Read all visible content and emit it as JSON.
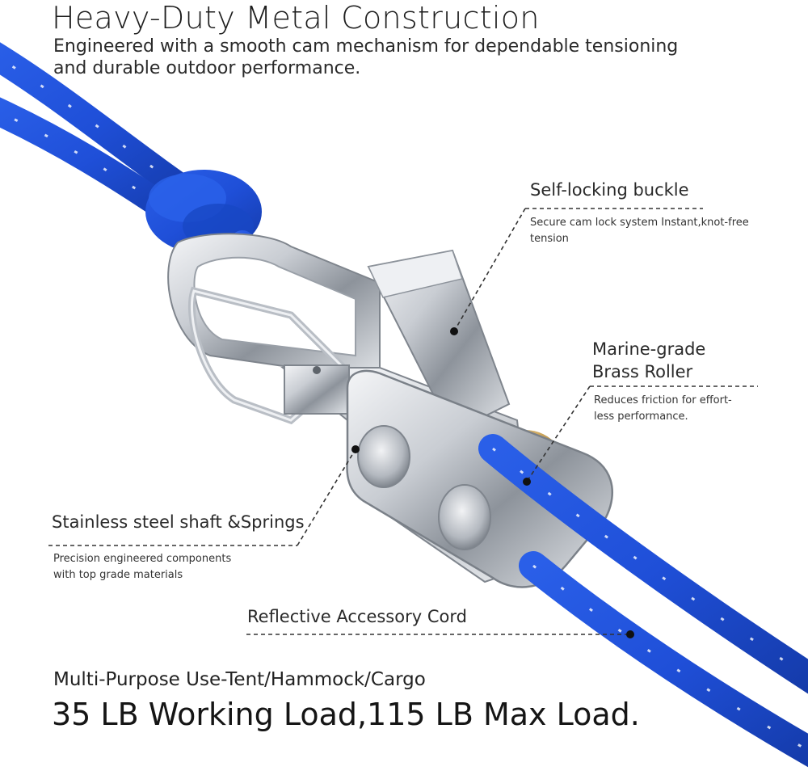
{
  "header": {
    "title": "Heavy-Duty Metal Construction",
    "subtitle": "Engineered with a smooth cam mechanism for dependable tensioning\nand durable outdoor performance."
  },
  "callouts": {
    "buckle": {
      "label": "Self-locking buckle",
      "desc": "Secure cam lock system Instant,knot-free\ntension"
    },
    "roller": {
      "label": "Marine-grade\nBrass Roller",
      "desc": "Reduces friction for effort-\nless performance."
    },
    "shaft": {
      "label": "Stainless steel shaft &Springs",
      "desc": "Precision engineered components\nwith top grade materials"
    },
    "cord": {
      "label": "Reflective Accessory Cord"
    }
  },
  "footer": {
    "use": "Multi-Purpose Use-Tent/Hammock/Cargo",
    "load": "35 LB Working Load,115 LB Max Load."
  },
  "colors": {
    "rope": "#1f4fd8",
    "rope_dark": "#0f2f9c",
    "steel": "#c8ccd1",
    "brass": "#d7b46a",
    "text": "#1c1c1c"
  }
}
